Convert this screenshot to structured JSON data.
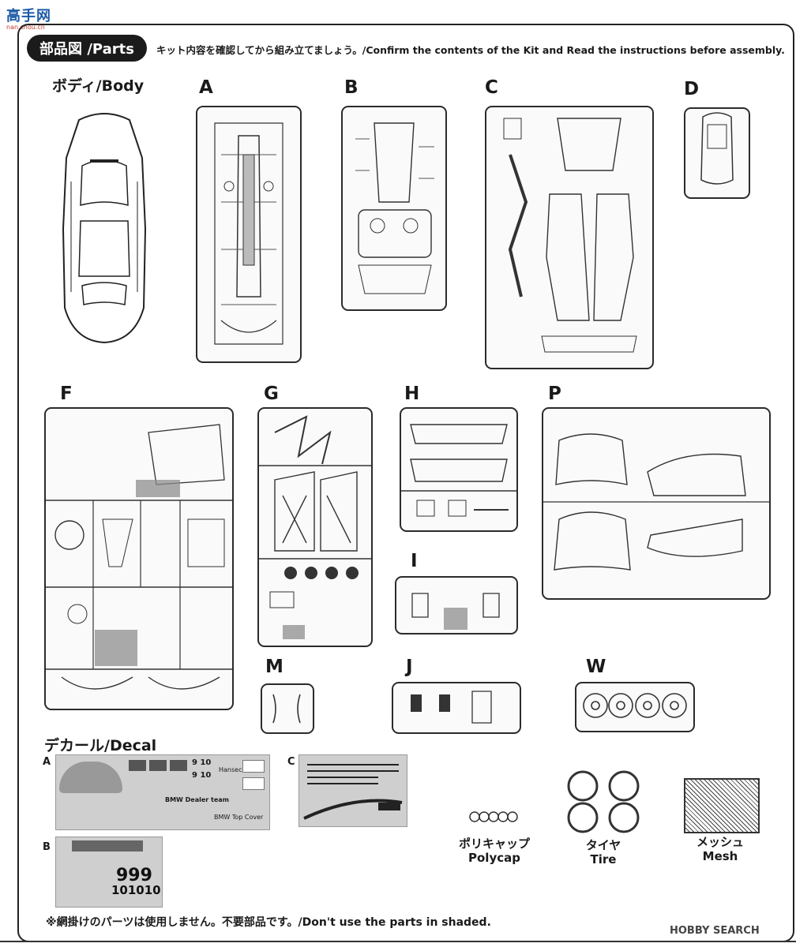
{
  "watermark": {
    "site_cn": "高手网",
    "site_url": "nan.shou.cn"
  },
  "header": {
    "pill_label": "部品図 /Parts",
    "instruction": "キット内容を確認してから組み立てましょう。/Confirm the contents of the Kit and Read the instructions before assembly."
  },
  "body_section": {
    "title": "ボディ/Body"
  },
  "sprues": [
    "A",
    "B",
    "C",
    "D",
    "F",
    "G",
    "H",
    "P",
    "I",
    "M",
    "J",
    "W"
  ],
  "decal_section": {
    "title": "デカール/Decal",
    "sheets": [
      {
        "label": "A",
        "texts": [
          "9 10",
          "9 10",
          "Hanseck",
          "BMW Dealer team",
          "BMW Top Cover"
        ]
      },
      {
        "label": "B",
        "texts": [
          "999",
          "101010"
        ]
      },
      {
        "label": "C",
        "texts": []
      }
    ]
  },
  "accessories": {
    "polycap": {
      "jp": "ポリキャップ",
      "en": "Polycap"
    },
    "tire": {
      "jp": "タイヤ",
      "en": "Tire"
    },
    "mesh": {
      "jp": "メッシュ",
      "en": "Mesh"
    }
  },
  "footnote": "※網掛けのパーツは使用しません。不要部品です。/Don't use the parts in shaded.",
  "credit": "HOBBY SEARCH",
  "colors": {
    "ink": "#1b1b1b",
    "shade": "#8d8d8d",
    "decal_gray": "#cfcfcf"
  }
}
